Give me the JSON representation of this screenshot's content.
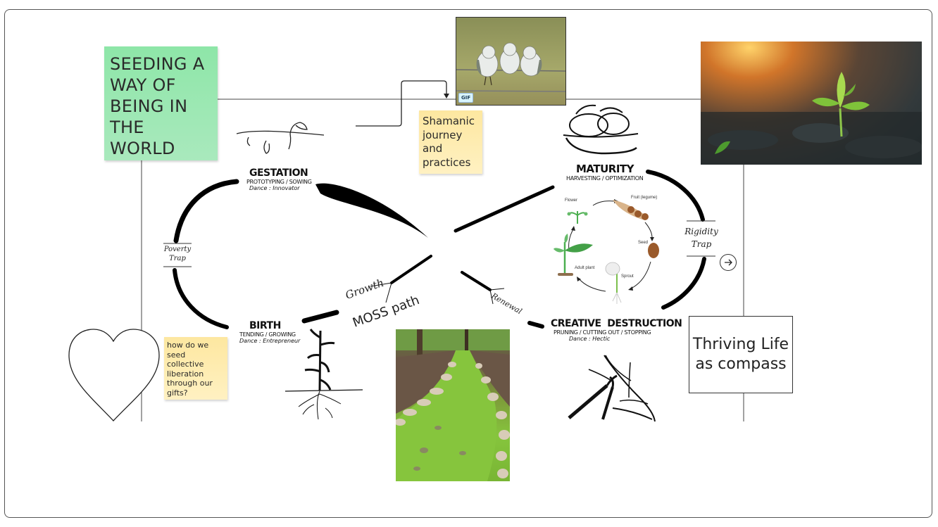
{
  "board": {
    "title_note": {
      "text": "SEEDING A\nWAY OF\nBEING IN\nTHE WORLD",
      "color": "#8ee6a8"
    },
    "shamanic_note": {
      "text": "Shamanic\njourney\nand\npractices",
      "color": "#fde7a0"
    },
    "question_note": {
      "text": "how do we\nseed collective\nliberation\nthrough our\ngifts?",
      "color": "#fde7a0"
    },
    "compass_box": {
      "text": "Thriving Life\nas compass"
    },
    "gif_badge": "GIF",
    "next_button_icon": "arrow-right-icon"
  },
  "stages": {
    "gestation": {
      "title": "GESTATION",
      "subtitle": "PROTOTYPING / SOWING",
      "dance": "Dance : Innovator"
    },
    "maturity": {
      "title": "MATURITY",
      "subtitle": "HARVESTING / OPTIMIZATION"
    },
    "birth": {
      "title": "BIRTH",
      "subtitle": "TENDING / GROWING",
      "dance": "Dance : Entrepreneur"
    },
    "creative_destruction": {
      "title": "CREATIVE  DESTRUCTION",
      "subtitle": "PRUNING / CUTTING OUT / STOPPING",
      "dance": "Dance : Hectic"
    }
  },
  "traps": {
    "poverty": "Poverty\nTrap",
    "rigidity": "Rigidity\nTrap"
  },
  "annotations": {
    "growth": "Growth",
    "moss_path": "MOSS path",
    "renewal": "Renewal"
  },
  "plant_cycle": {
    "labels": [
      "Flower",
      "Fruit (legume)",
      "Seed",
      "Sprout",
      "Adult plant"
    ]
  },
  "images": {
    "birds": "three birds on barbed wire",
    "seedling": "seedling in soil at sunrise",
    "moss": "moss path through forest"
  }
}
